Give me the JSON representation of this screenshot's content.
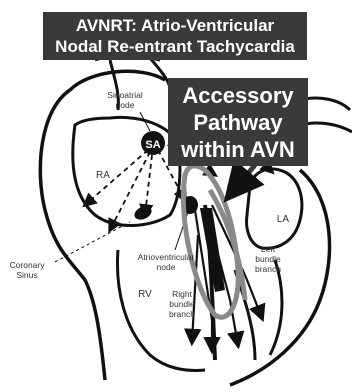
{
  "title": {
    "line1": "AVNRT: Atrio-Ventricular",
    "line2": "Nodal Re-entrant Tachycardia"
  },
  "callout": {
    "line1": "Accessory",
    "line2": "Pathway",
    "line3": "within AVN"
  },
  "labels": {
    "sa_node_line1": "Sinoatrial",
    "sa_node_line2": "node",
    "sa_badge": "SA",
    "ra": "RA",
    "la": "LA",
    "rv": "RV",
    "coronary_line1": "Coronary",
    "coronary_line2": "Sinus",
    "av_node_line1": "Atrioventricular",
    "av_node_line2": "node",
    "left_bundle_line1": "Left",
    "left_bundle_line2": "bundle",
    "left_bundle_line3": "branch",
    "right_bundle_line1": "Right",
    "right_bundle_line2": "bundle",
    "right_bundle_line3": "branch"
  },
  "colors": {
    "banner": "#3a3a3a",
    "pathway_outline": "#8a8a8a",
    "ink": "#111111"
  }
}
